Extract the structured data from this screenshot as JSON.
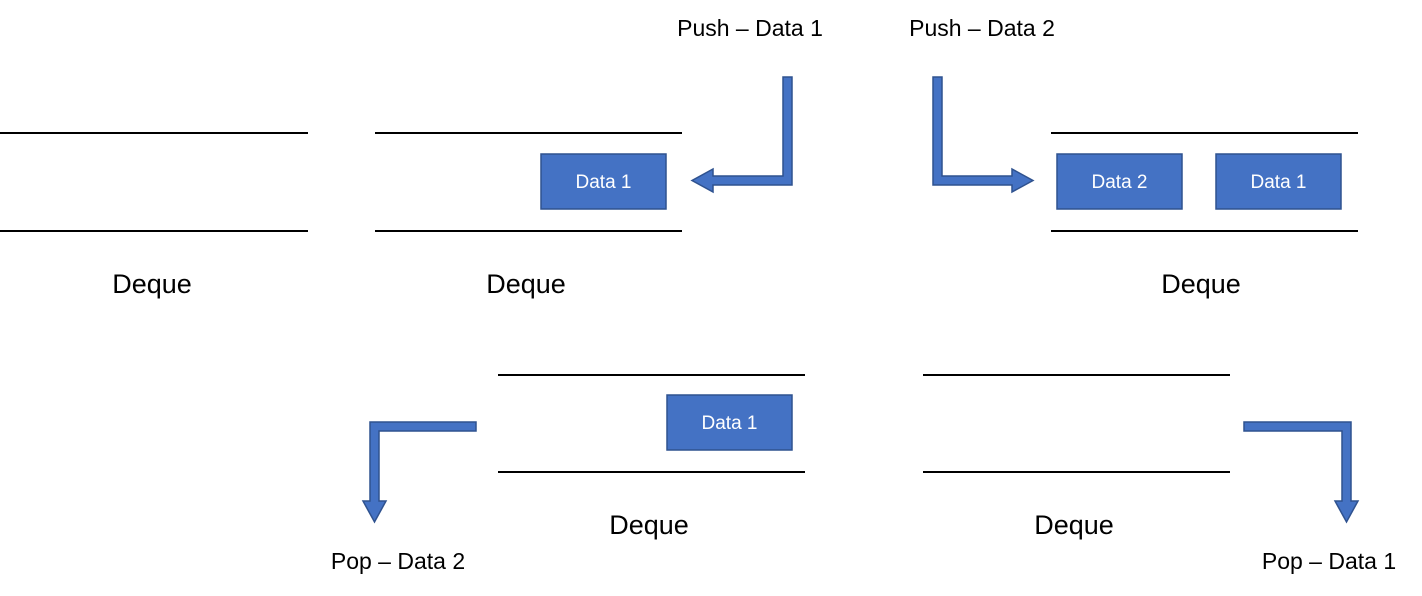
{
  "deques": [
    {
      "label": "Deque",
      "items": []
    },
    {
      "label": "Deque",
      "items": [
        "Data 1"
      ]
    },
    {
      "label": "Deque",
      "items": [
        "Data 2",
        "Data 1"
      ]
    },
    {
      "label": "Deque",
      "items": [
        "Data 1"
      ]
    },
    {
      "label": "Deque",
      "items": []
    }
  ],
  "operations": [
    {
      "label": "Push – Data 1"
    },
    {
      "label": "Push – Data 2"
    },
    {
      "label": "Pop – Data 2"
    },
    {
      "label": "Pop – Data 1"
    }
  ],
  "colors": {
    "box_fill": "#4472c4",
    "box_stroke": "#2f528f",
    "box_text": "#ffffff",
    "line": "#000000"
  }
}
